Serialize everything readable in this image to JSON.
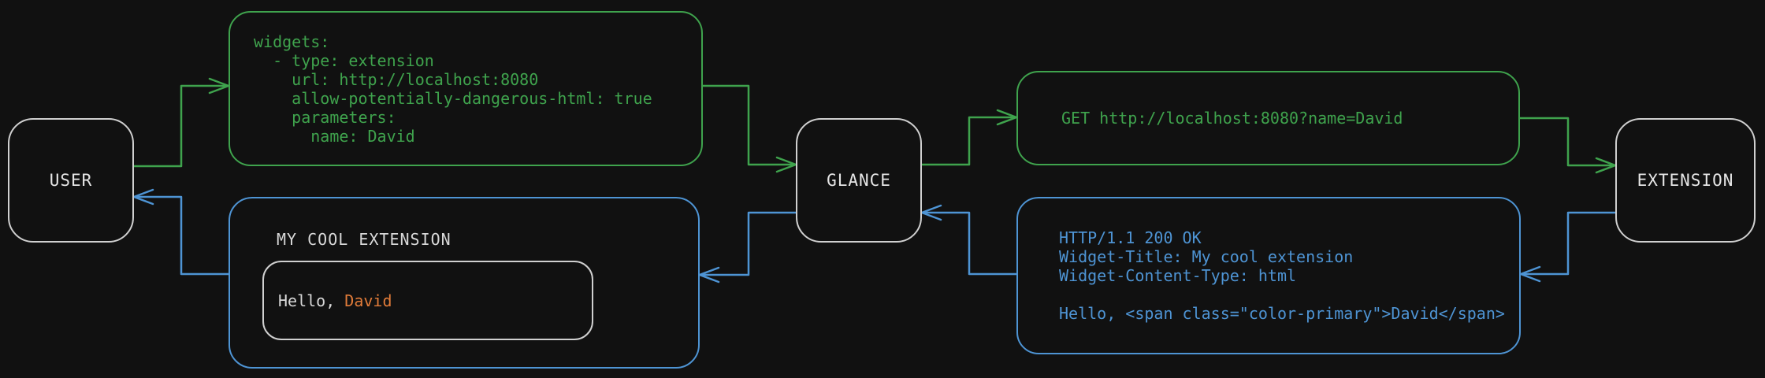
{
  "colors": {
    "background": "#111111",
    "green": "#3fa34d",
    "blue": "#4e94d4",
    "node_border": "#d0d0d0",
    "node_text": "#e6e6e6",
    "gray_text": "#d8d8d8",
    "orange": "#e07b39"
  },
  "nodes": {
    "user": {
      "label": "USER"
    },
    "glance": {
      "label": "GLANCE"
    },
    "extension": {
      "label": "EXTENSION"
    }
  },
  "messages": {
    "config_yaml": {
      "lines": [
        "widgets:",
        "  - type: extension",
        "    url: http://localhost:8080",
        "    allow-potentially-dangerous-html: true",
        "    parameters:",
        "      name: David"
      ]
    },
    "http_request": {
      "text": "GET http://localhost:8080?name=David"
    },
    "http_response": {
      "lines": [
        "HTTP/1.1 200 OK",
        "Widget-Title: My cool extension",
        "Widget-Content-Type: html",
        "",
        "Hello, <span class=\"color-primary\">David</span>"
      ]
    },
    "rendered_widget": {
      "title": "MY COOL EXTENSION",
      "greeting_prefix": "Hello, ",
      "greeting_name": "David"
    }
  }
}
